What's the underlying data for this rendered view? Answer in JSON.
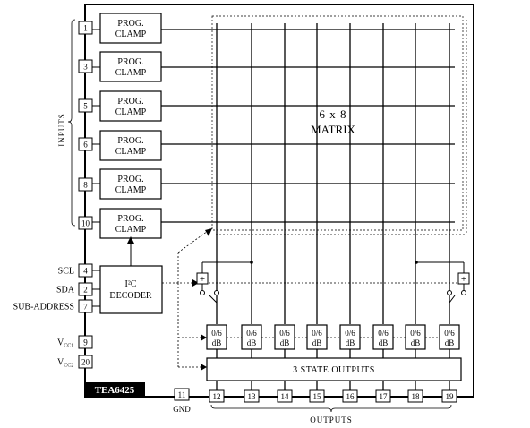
{
  "chip_label": "TEA6425",
  "matrix": {
    "line1": "6 x 8",
    "line2": "MATRIX"
  },
  "clamp_label": {
    "line1": "PROG.",
    "line2": "CLAMP"
  },
  "inputs": {
    "group_label": "INPUTS",
    "pins": [
      "1",
      "3",
      "5",
      "6",
      "8",
      "10"
    ]
  },
  "control_pins": [
    {
      "name": "SCL",
      "pin": "4"
    },
    {
      "name": "SDA",
      "pin": "2"
    },
    {
      "name": "SUB-ADDRESS",
      "pin": "7"
    }
  ],
  "decoder": {
    "line1": "I²C",
    "line2": "DECODER"
  },
  "supply": [
    {
      "base": "V",
      "sub": "CC1",
      "pin": "9"
    },
    {
      "base": "V",
      "sub": "CC2",
      "pin": "20"
    }
  ],
  "gnd": {
    "label": "GND",
    "pin": "11"
  },
  "gain_label": {
    "line1": "0/6",
    "line2": "dB"
  },
  "three_state_label": "3 STATE OUTPUTS",
  "outputs": {
    "group_label": "OUTPUTS",
    "pins": [
      "12",
      "13",
      "14",
      "15",
      "16",
      "17",
      "18",
      "19"
    ]
  },
  "switch_symbol": "+"
}
